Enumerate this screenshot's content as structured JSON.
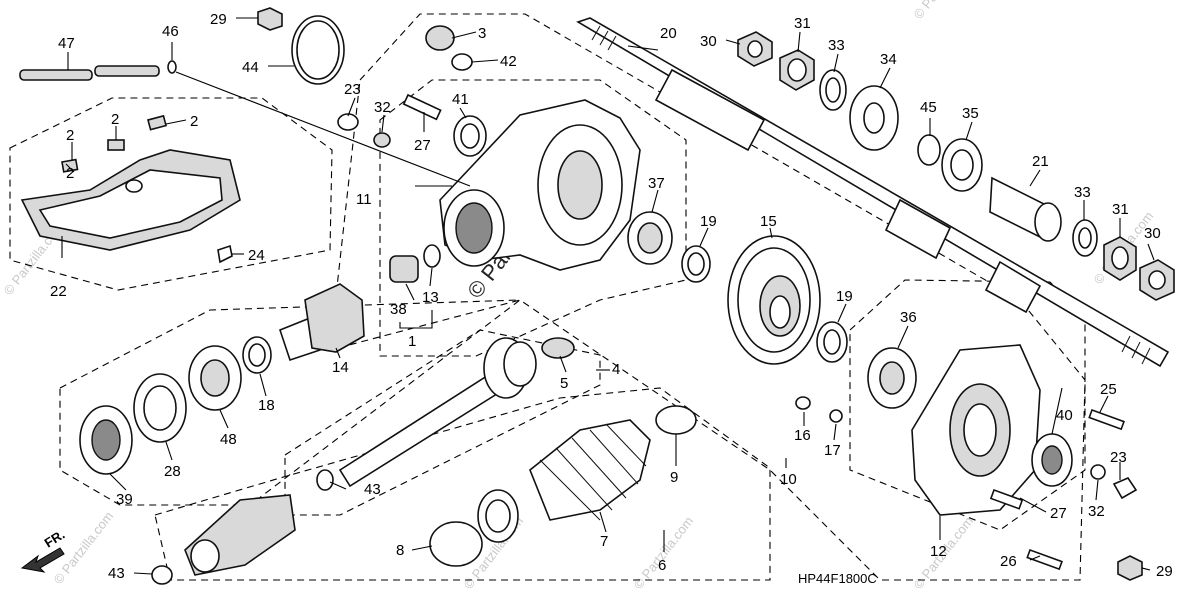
{
  "diagram_code": "HP44F1800C",
  "direction_label": "FR.",
  "watermark": "© Partzilla.com",
  "callouts": {
    "c1": "1",
    "c2a": "2",
    "c2b": "2",
    "c2c": "2",
    "c2d": "2",
    "c3": "3",
    "c4": "4",
    "c5": "5",
    "c6": "6",
    "c7": "7",
    "c8": "8",
    "c9": "9",
    "c10": "10",
    "c11": "11",
    "c12": "12",
    "c13": "13",
    "c14": "14",
    "c15": "15",
    "c16": "16",
    "c17": "17",
    "c18": "18",
    "c19a": "19",
    "c19b": "19",
    "c20": "20",
    "c21": "21",
    "c22": "22",
    "c23a": "23",
    "c23b": "23",
    "c24": "24",
    "c25": "25",
    "c26": "26",
    "c27a": "27",
    "c27b": "27",
    "c28": "28",
    "c29a": "29",
    "c29b": "29",
    "c30a": "30",
    "c30b": "30",
    "c31a": "31",
    "c31b": "31",
    "c32a": "32",
    "c32b": "32",
    "c33a": "33",
    "c33b": "33",
    "c34": "34",
    "c35": "35",
    "c36": "36",
    "c37": "37",
    "c38": "38",
    "c39": "39",
    "c40": "40",
    "c41": "41",
    "c42": "42",
    "c43a": "43",
    "c43b": "43",
    "c44": "44",
    "c45": "45",
    "c46": "46",
    "c47": "47",
    "c48": "48"
  }
}
